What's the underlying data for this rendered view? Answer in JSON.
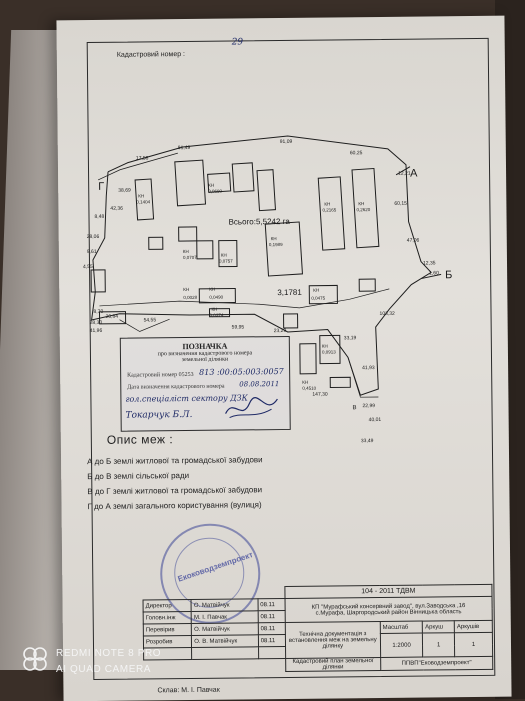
{
  "header": {
    "cadastral_label": "Кадастровий номер :",
    "page_no": "29"
  },
  "plan": {
    "total_area": "Всього:5,5242 га",
    "inner_area": "3,1781",
    "points": {
      "a": "А",
      "b": "Б",
      "v": "В",
      "g": "Г"
    },
    "edge_lengths": [
      "17,58",
      "81,49",
      "91,09",
      "60,25",
      "12,21",
      "38,69",
      "42,36",
      "8,48",
      "28,06",
      "9,61",
      "4,55",
      "8,70",
      "28,30",
      "20,84",
      "54,55",
      "59,95",
      "23,29",
      "60,15",
      "47,06",
      "12,35",
      "1,60",
      "103,32",
      "33,19",
      "41,93",
      "22,99",
      "40,01",
      "33,49",
      "147,30",
      "41,96"
    ],
    "buildings": [
      {
        "code": "КН",
        "area": "0,1404"
      },
      {
        "code": "КН",
        "area": "0,0690"
      },
      {
        "code": "КН",
        "area": "0,1989"
      },
      {
        "code": "КН",
        "area": "0,2165"
      },
      {
        "code": "КН",
        "area": "0,2620"
      },
      {
        "code": "КН",
        "area": "0,0707"
      },
      {
        "code": "КН",
        "area": "0,0757"
      },
      {
        "code": "КН",
        "area": "0,0490"
      },
      {
        "code": "КН",
        "area": "0,0475"
      },
      {
        "code": "КН",
        "area": "0,0028"
      },
      {
        "code": "КН",
        "area": "0,0374"
      },
      {
        "code": "КН",
        "area": "0,0913"
      },
      {
        "code": "КН",
        "area": "0,4510"
      }
    ]
  },
  "legend": {
    "title": "ПОЗНАЧКА",
    "subtitle1": "про визначення кадастрового номера",
    "subtitle2": "земельної ділянки",
    "line1": "Кадастровий номер 05253",
    "line1_hand": "813 :00:05:003:0057",
    "line2": "Дата визначення кадастрового номера",
    "line2_hand": "08.08.2011",
    "line3_hand": "гол.спеціаліст сектору ДЗК",
    "line4_hand": "Токарчук Б.Л."
  },
  "opys": {
    "title": "Опис меж :",
    "rows": [
      "А до Б   землі житлової та громадської забудови",
      "Б до В   землі сільської ради",
      "В до Г   землі житлової та громадської забудови",
      "Г до А   землі загального користування (вулиця)"
    ]
  },
  "stamp": {
    "text": "Екоководземпроект"
  },
  "title_block": {
    "doc_code": "104 - 2011 ТДВМ",
    "org": "КП \"Мурафський консервний завод\", вул.Заводська ,16",
    "location": "с.Мурафа, Шаргородський район Вінницька область",
    "roles": [
      {
        "role": "Директор",
        "name": "О. Матвійчук",
        "date": "08.11"
      },
      {
        "role": "Головн.інж",
        "name": "М. І. Павчак",
        "date": "08.11"
      },
      {
        "role": "Перевірив",
        "name": "О. Матвійчук",
        "date": "08.11"
      },
      {
        "role": "Розробив",
        "name": "О. В. Матвійчук",
        "date": "08.11"
      }
    ],
    "doc_title": "Технічна документація з встановлення меж на земельну ділянку",
    "col_scale": "Масштаб",
    "col_sheet": "Аркуш",
    "col_sheets": "Аркушів",
    "scale": "1:2000",
    "sheet": "1",
    "sheets": "1",
    "plan_title": "Кадастровий план земельної ділянки",
    "company": "ППВП\"Еководземпроект\"",
    "compiled": "Склав: М. І. Павчак"
  },
  "watermark": {
    "line1": "REDMI NOTE 8 PRO",
    "line2": "AI QUAD CAMERA"
  }
}
